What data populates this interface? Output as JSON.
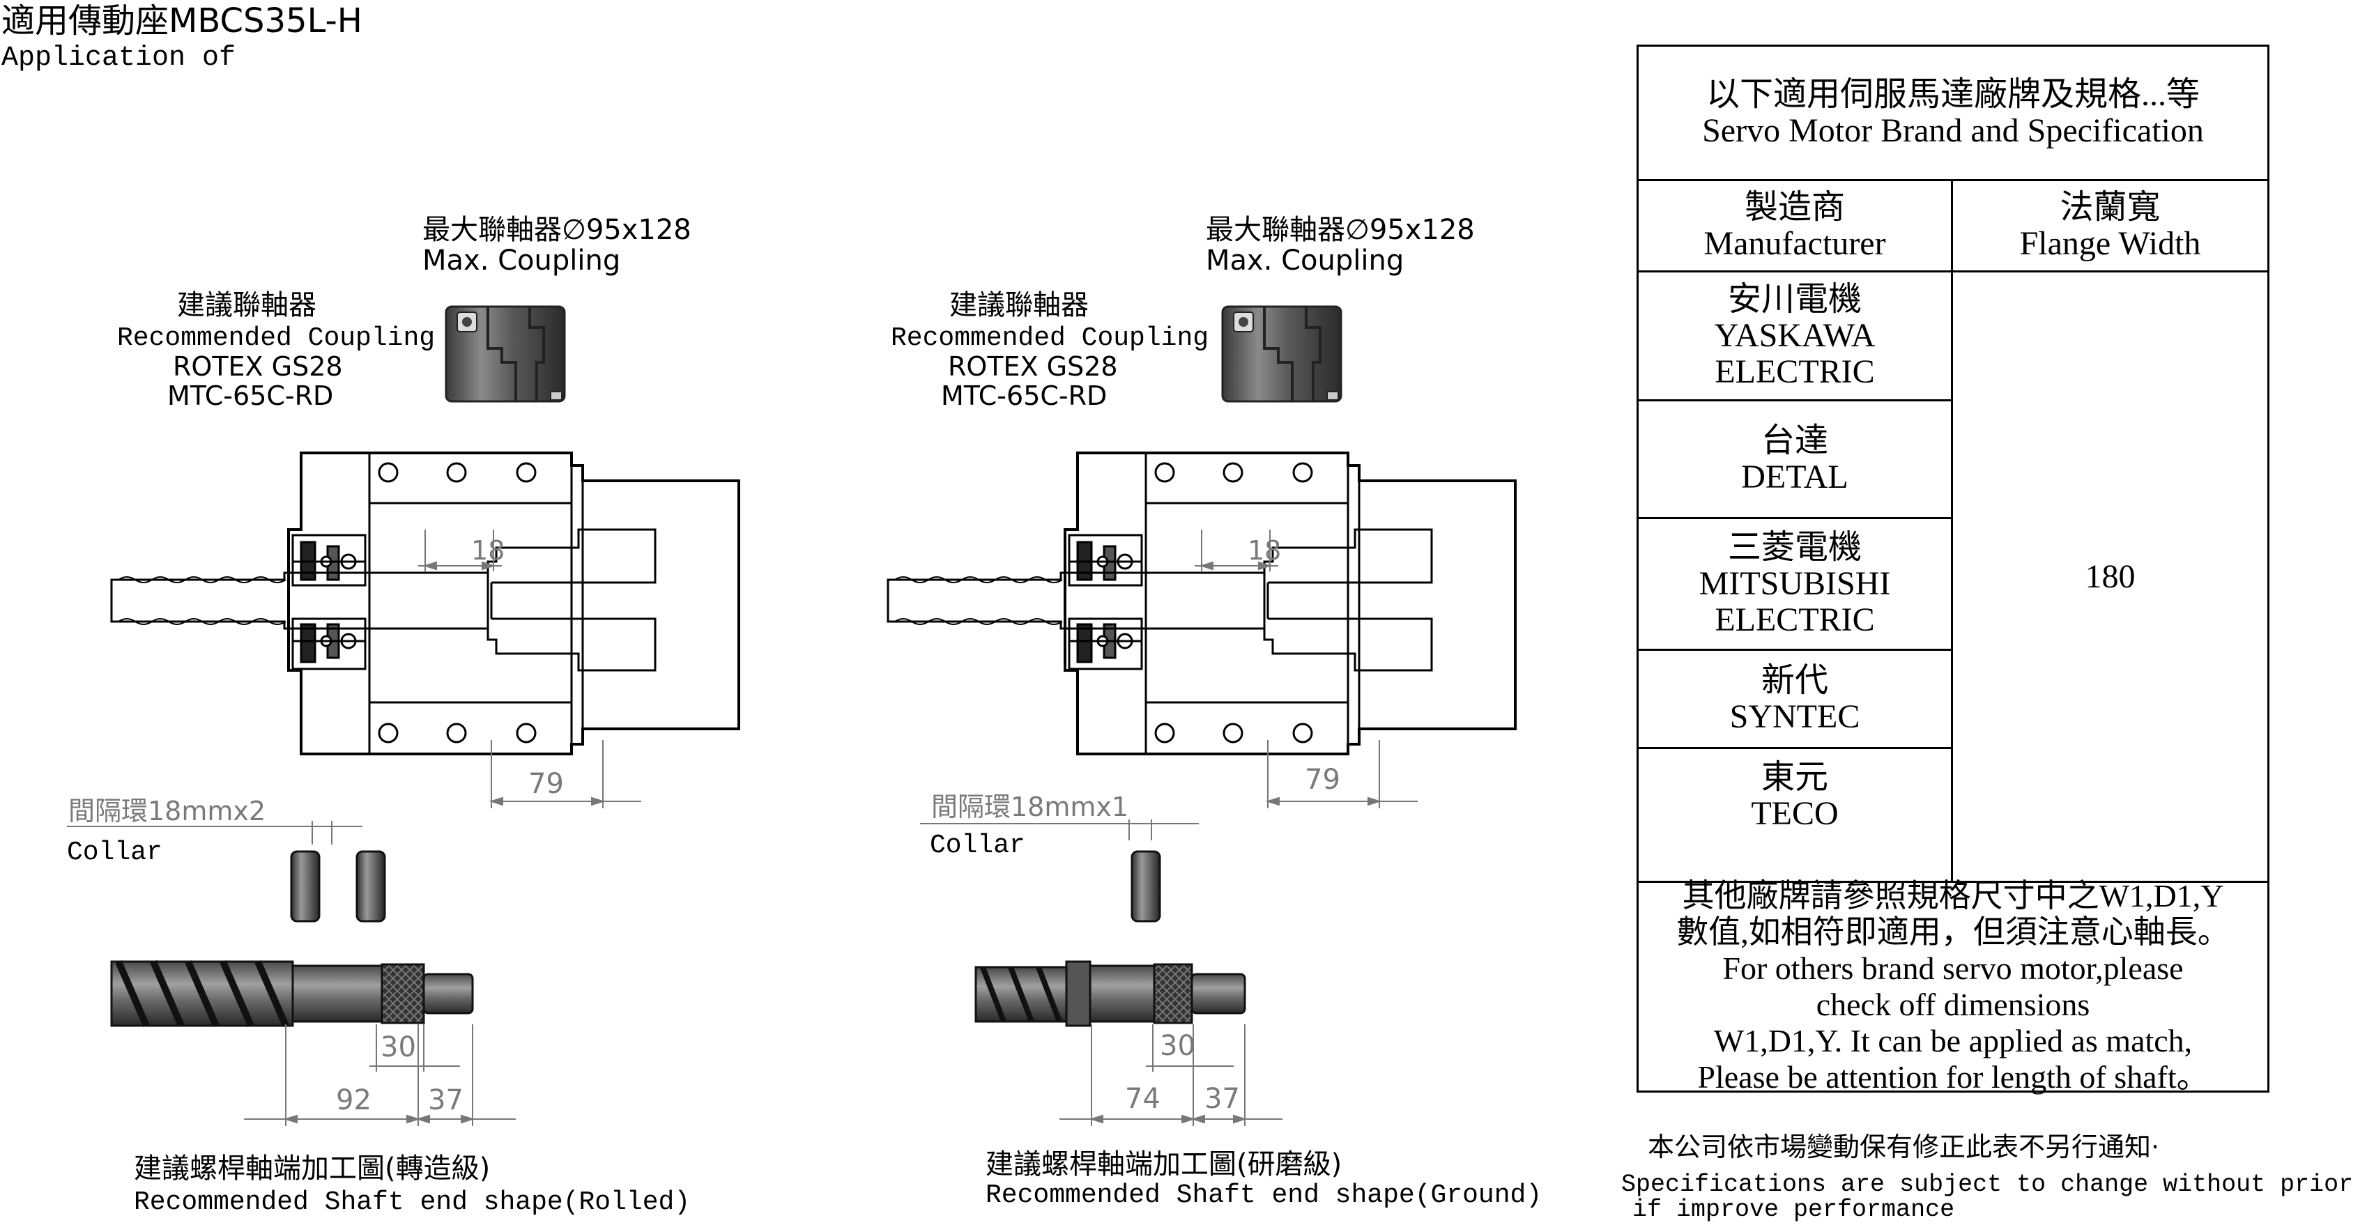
{
  "header": {
    "title": "適用傳動座MBCS35L-H",
    "subtitle": "Application of"
  },
  "left_panel": {
    "max_coupling_zh": "最大聯軸器∅95x128",
    "max_coupling_en": "Max. Coupling",
    "rec_coupling_zh": "建議聯軸器",
    "rec_coupling_en": "Recommended Coupling",
    "rec_coupling_model1": "ROTEX GS28",
    "rec_coupling_model2": "MTC-65C-RD",
    "dim_18": "18",
    "dim_79": "79",
    "collar_zh": "間隔環18mmx2",
    "collar_en": "Collar",
    "dim_30": "30",
    "dim_92": "92",
    "dim_37": "37",
    "shaft_title_zh": "建議螺桿軸端加工圖(轉造級)",
    "shaft_title_en": "Recommended Shaft end shape(Rolled)"
  },
  "right_panel": {
    "max_coupling_zh": "最大聯軸器∅95x128",
    "max_coupling_en": "Max. Coupling",
    "rec_coupling_zh": "建議聯軸器",
    "rec_coupling_en": "Recommended Coupling",
    "rec_coupling_model1": "ROTEX GS28",
    "rec_coupling_model2": "MTC-65C-RD",
    "dim_18": "18",
    "dim_79": "79",
    "collar_zh": "間隔環18mmx1",
    "collar_en": "Collar",
    "dim_30": "30",
    "dim_74": "74",
    "dim_37": "37",
    "shaft_title_zh": "建議螺桿軸端加工圖(研磨級)",
    "shaft_title_en": "Recommended Shaft end shape(Ground)"
  },
  "table": {
    "heading_zh": "以下適用伺服馬達廠牌及規格...等",
    "heading_en": "Servo Motor Brand and Specification",
    "col_manufacturer_zh": "製造商",
    "col_manufacturer_en": "Manufacturer",
    "col_flange_zh": "法蘭寬",
    "col_flange_en": "Flange Width",
    "rows": [
      {
        "zh": "安川電機",
        "en1": "YASKAWA",
        "en2": "ELECTRIC"
      },
      {
        "zh": "台達",
        "en1": "DETAL",
        "en2": ""
      },
      {
        "zh": "三菱電機",
        "en1": "MITSUBISHI",
        "en2": "ELECTRIC"
      },
      {
        "zh": "新代",
        "en1": "SYNTEC",
        "en2": ""
      },
      {
        "zh": "東元",
        "en1": "TECO",
        "en2": ""
      }
    ],
    "flange_value": "180",
    "note_zh_1": "其他廠牌請參照規格尺寸中之W1,D1,Y",
    "note_zh_2": "數值,如相符即適用，但須注意心軸長。",
    "note_en_1": "For others brand servo motor,please",
    "note_en_2": "check off dimensions",
    "note_en_3": "W1,D1,Y. It can be applied as match,",
    "note_en_4": "Please be attention for length of shaft。"
  },
  "footer": {
    "notice_zh": "本公司依市場變動保有修正此表不另行通知·",
    "notice_en_1": "Specifications are subject to change without prior notice",
    "notice_en_2": "if improve performance"
  }
}
